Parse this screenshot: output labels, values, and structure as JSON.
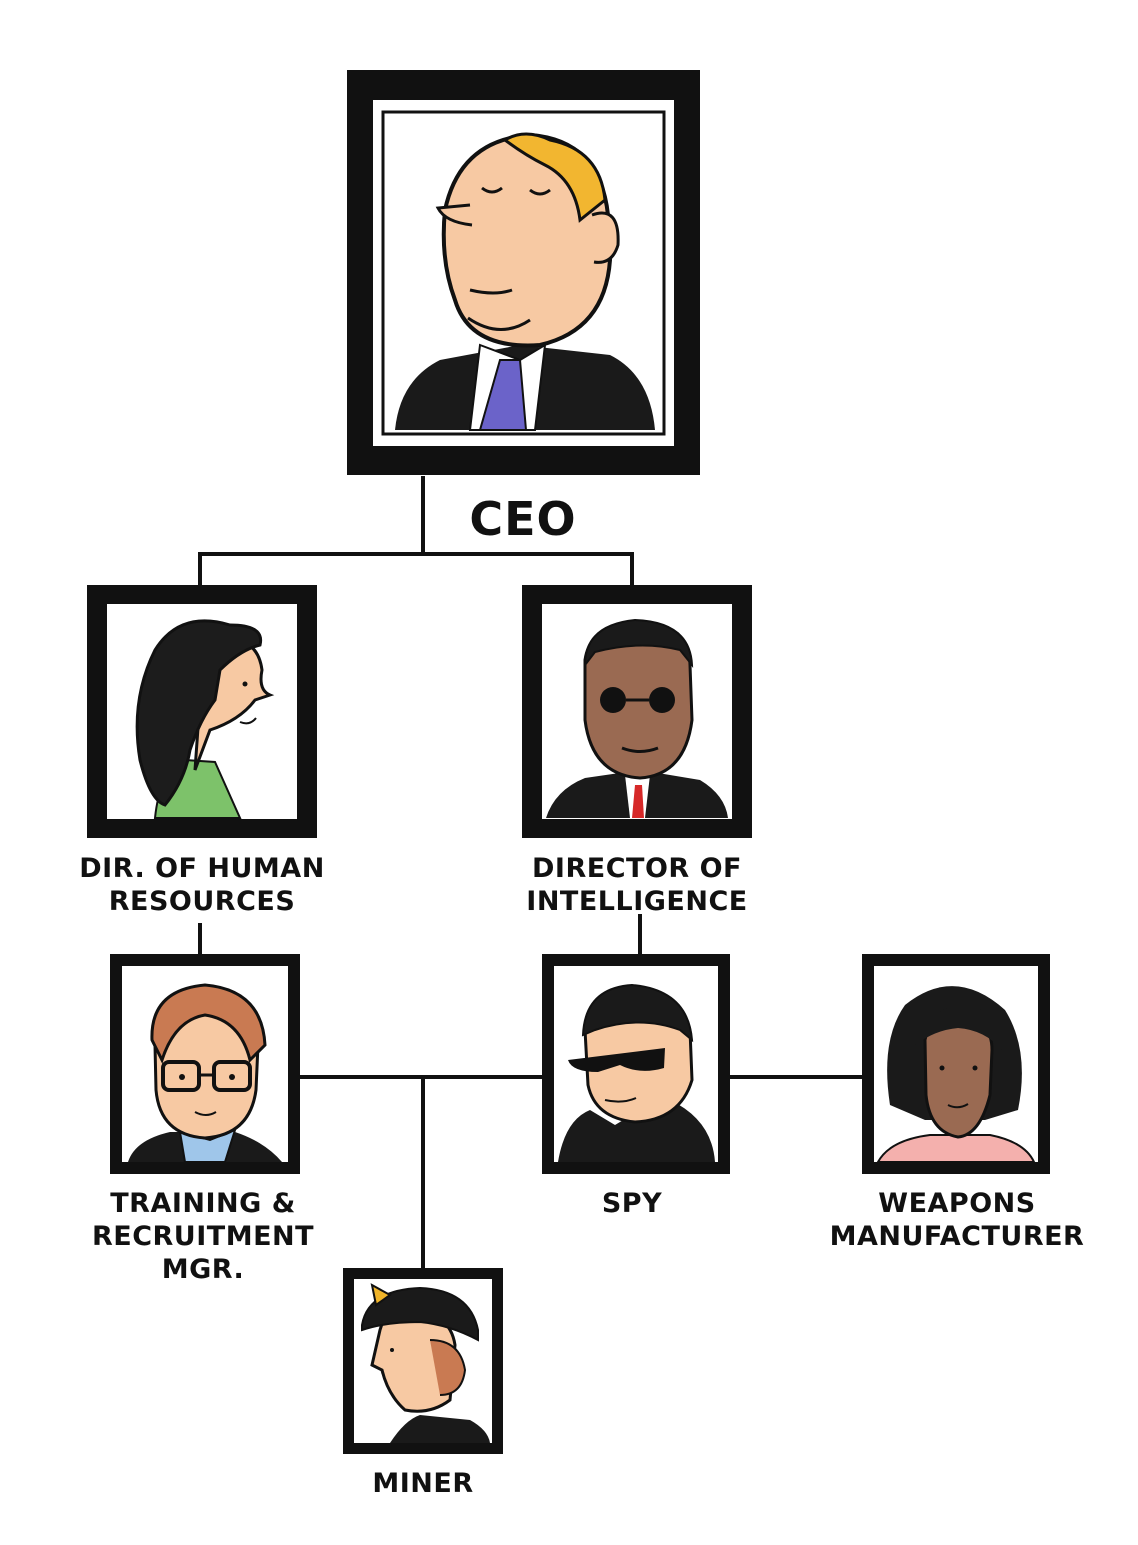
{
  "org_chart": {
    "ceo": {
      "title": "CEO"
    },
    "hr_director": {
      "title_lines": [
        "DIR. OF HUMAN",
        "RESOURCES"
      ]
    },
    "intel_director": {
      "title_lines": [
        "DIRECTOR OF",
        "INTELLIGENCE"
      ]
    },
    "training_manager": {
      "title_lines": [
        "TRAINING &",
        "RECRUITMENT",
        "MGR."
      ]
    },
    "spy": {
      "title": "SPY"
    },
    "weapons_manufacturer": {
      "title_lines": [
        "WEAPONS",
        "MANUFACTURER"
      ]
    },
    "miner": {
      "title": "MINER"
    }
  },
  "colors": {
    "line": "#111111",
    "frame": "#111111",
    "skin_light": "#f7c9a3",
    "skin_dark": "#9a6a52",
    "ceo_hair": "#f2b630",
    "ceo_tie": "#6b63c9",
    "hr_dress": "#7dc26a",
    "intel_tie": "#d62828",
    "trainer_hair": "#c97a52",
    "trainer_shirt": "#9fc6ea",
    "weapons_top": "#f4b0ad",
    "miner_helmet_lamp": "#f0b429"
  }
}
